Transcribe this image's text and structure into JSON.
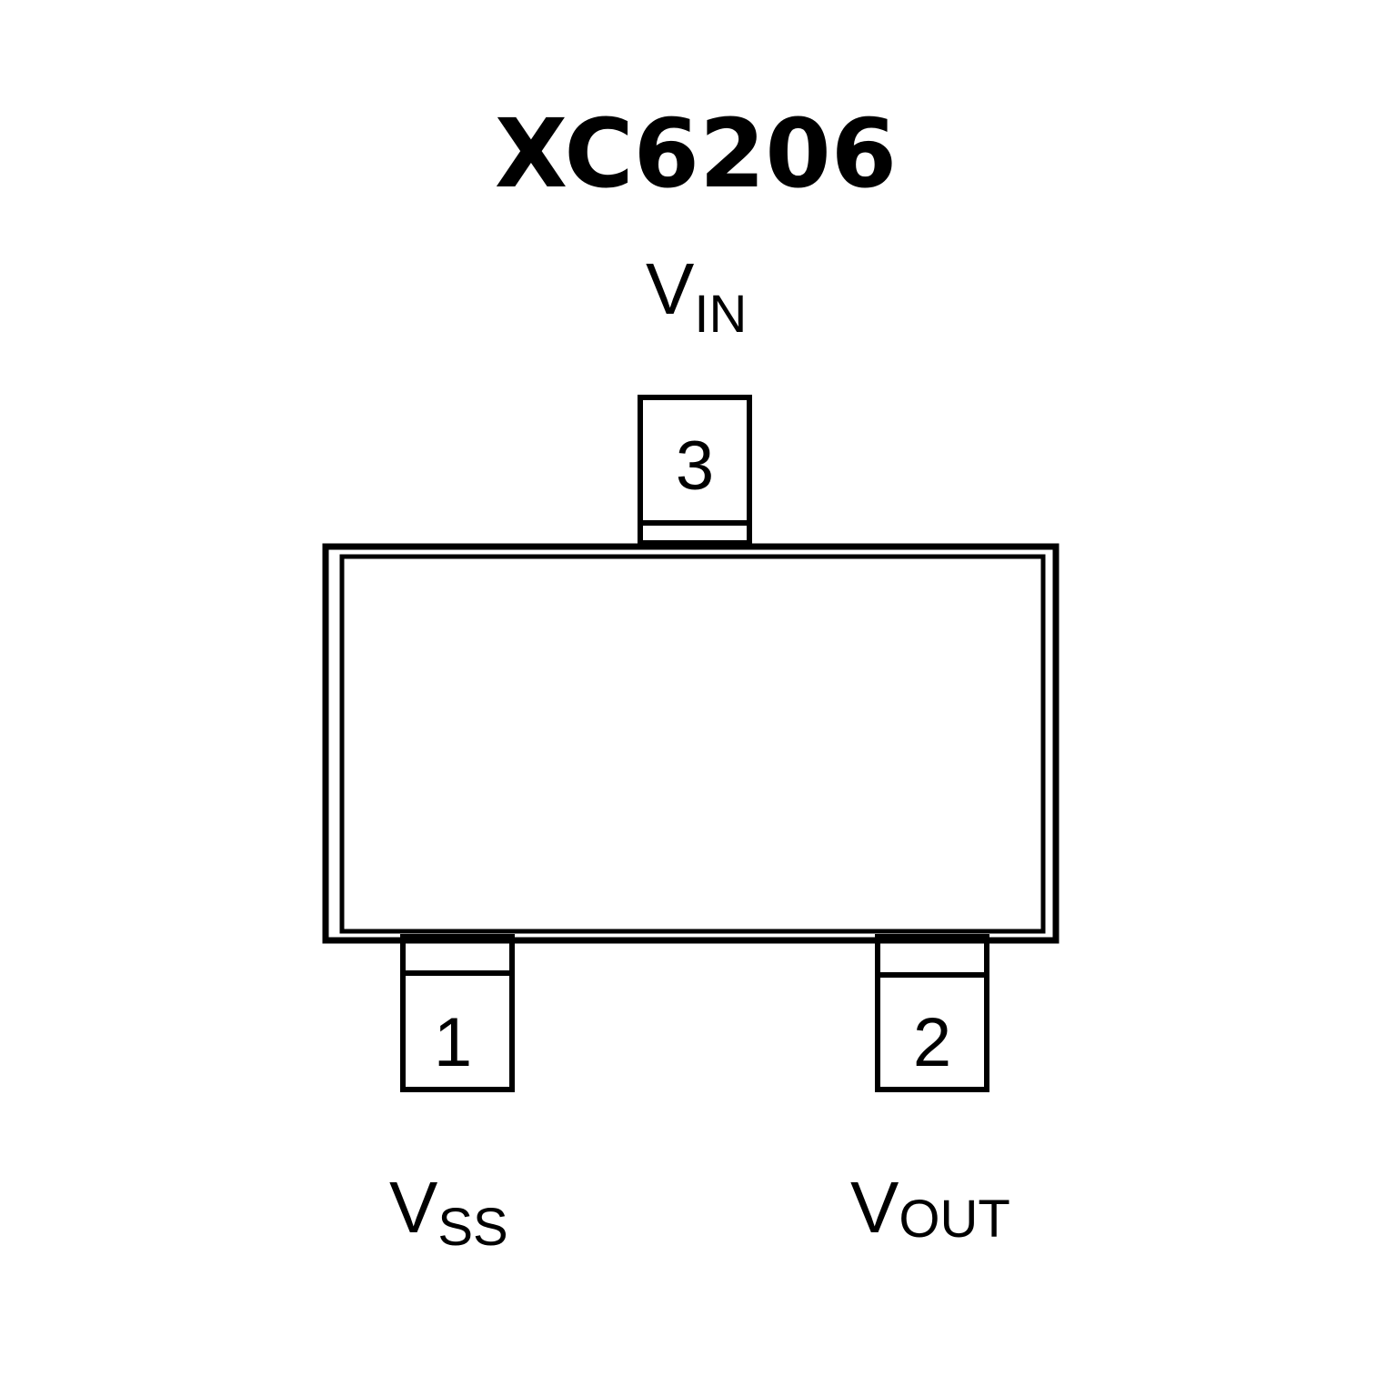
{
  "title": "XC6206",
  "colors": {
    "stroke": "#000000",
    "background": "#ffffff"
  },
  "pins": [
    {
      "number": "3",
      "label_main": "V",
      "label_sub": "IN"
    },
    {
      "number": "1",
      "label_main": "V",
      "label_sub": "SS"
    },
    {
      "number": "2",
      "label_main": "V",
      "label_sub": "OUT"
    }
  ]
}
